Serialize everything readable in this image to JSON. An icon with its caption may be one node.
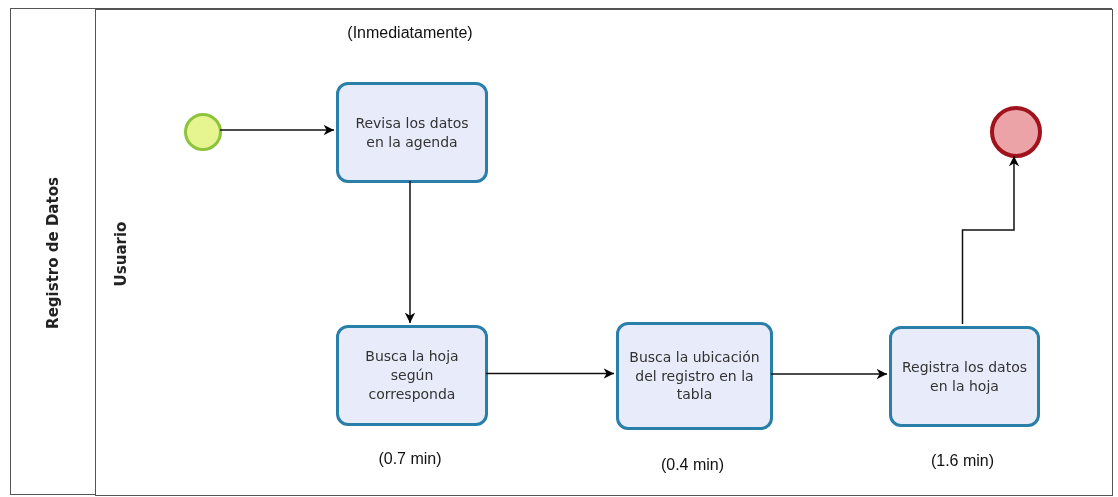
{
  "diagram": {
    "nodes": [
      {
        "text": [
          "Registro de Datos"
        ]
      },
      {
        "text": [
          "Usuario"
        ],
        "in": 0
      },
      {
        "text": [],
        "shape": "circle",
        "in": 1
      },
      {
        "text": [
          "Revisa los datos en la agenda"
        ],
        "in": 1,
        "beside": [
          "(Inmediatamente)"
        ]
      },
      {
        "text": [
          "Busca la hoja según corresponda"
        ],
        "in": 1,
        "beside": [
          "(0.7 min)"
        ]
      },
      {
        "text": [
          "Busca la ubicación del registro en la tabla"
        ],
        "in": 1,
        "beside": [
          "(0.4 min)"
        ]
      },
      {
        "text": [
          "Registra los datos en la hoja"
        ],
        "in": 1,
        "beside": [
          "(1.6 min)"
        ]
      },
      {
        "text": [],
        "shape": "circle",
        "in": 1
      }
    ],
    "edges": [
      {
        "from": 2,
        "to": 3,
        "arrow": "to"
      },
      {
        "from": 3,
        "to": 4,
        "arrow": "to"
      },
      {
        "from": 4,
        "to": 5,
        "arrow": "to"
      },
      {
        "from": 5,
        "to": 6,
        "arrow": "to"
      },
      {
        "from": 6,
        "to": 7,
        "arrow": "to"
      }
    ]
  }
}
